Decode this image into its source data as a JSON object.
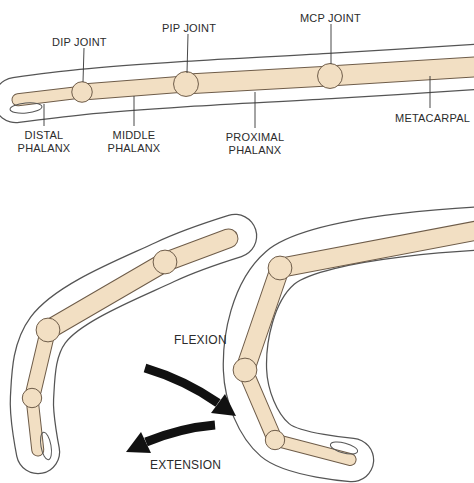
{
  "diagram": {
    "labels": [
      "DIP JOINT",
      "PIP JOINT",
      "MCP JOINT",
      "DISTAL PHALANX",
      "MIDDLE PHALANX",
      "PROXIMAL PHALANX",
      "METACARPAL",
      "FLEXION",
      "EXTENSION"
    ]
  }
}
